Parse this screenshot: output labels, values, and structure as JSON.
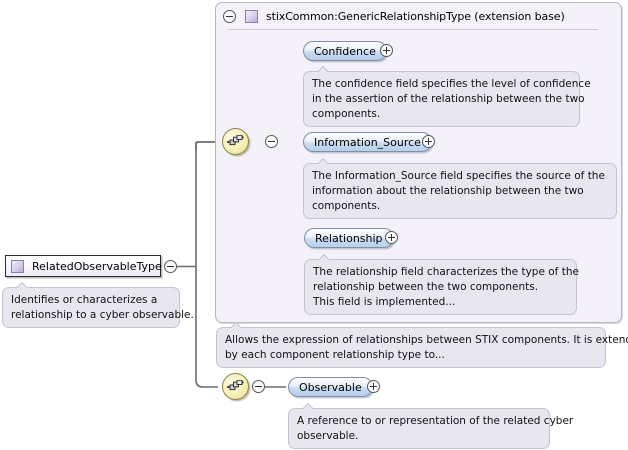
{
  "diagram": {
    "kind": "xml-schema-element-diagram",
    "colors": {
      "extension_base_bg": "#f4f2f8",
      "extension_base_border": "#b9b5c6",
      "element_fill": "#b7cfeb",
      "element_border": "#7d8fab",
      "sequence_fill": "#f7f0b8",
      "sequence_border": "#8a8046",
      "note_bg": "#e8e6ef",
      "note_border": "#c6c2d3",
      "type_square_fill": "#b9a8d8",
      "root_border": "#2b2b2b"
    }
  },
  "root": {
    "name": "root-type-box",
    "label": "RelatedObservableType",
    "icon": "type-square-icon",
    "toggle": "collapse-minus-icon",
    "note": {
      "lines": [
        "Identifies or characterizes a",
        "relationship to a cyber observable."
      ]
    }
  },
  "extension_base": {
    "title": "stixCommon:GenericRelationshipType (extension base)",
    "icon": "type-square-icon",
    "toggle": "collapse-minus-icon",
    "note": {
      "lines": [
        "Allows the expression of relationships between STIX components. It is extended",
        "by each component relationship type to..."
      ]
    },
    "sequence": {
      "name": "sequence-group-icon",
      "toggle": "collapse-minus-icon"
    },
    "elements": [
      {
        "label": "Confidence",
        "toggle": "expand-plus-icon",
        "note": {
          "lines": [
            "The confidence field specifies the level of confidence",
            "in the assertion of the relationship between the two",
            "components."
          ]
        }
      },
      {
        "label": "Information_Source",
        "toggle": "expand-plus-icon",
        "note": {
          "lines": [
            "The Information_Source field specifies the source of the",
            "information about the relationship between the two",
            "components."
          ]
        }
      },
      {
        "label": "Relationship",
        "toggle": "expand-plus-icon",
        "note": {
          "lines": [
            "The relationship field characterizes the type of the",
            "relationship between the two components.",
            "This field is implemented..."
          ]
        }
      }
    ]
  },
  "observable_branch": {
    "sequence": {
      "name": "sequence-group-icon",
      "toggle": "collapse-minus-icon"
    },
    "element": {
      "label": "Observable",
      "toggle": "expand-plus-icon",
      "note": {
        "lines": [
          "A reference to or representation of the related cyber",
          "observable."
        ]
      }
    }
  }
}
